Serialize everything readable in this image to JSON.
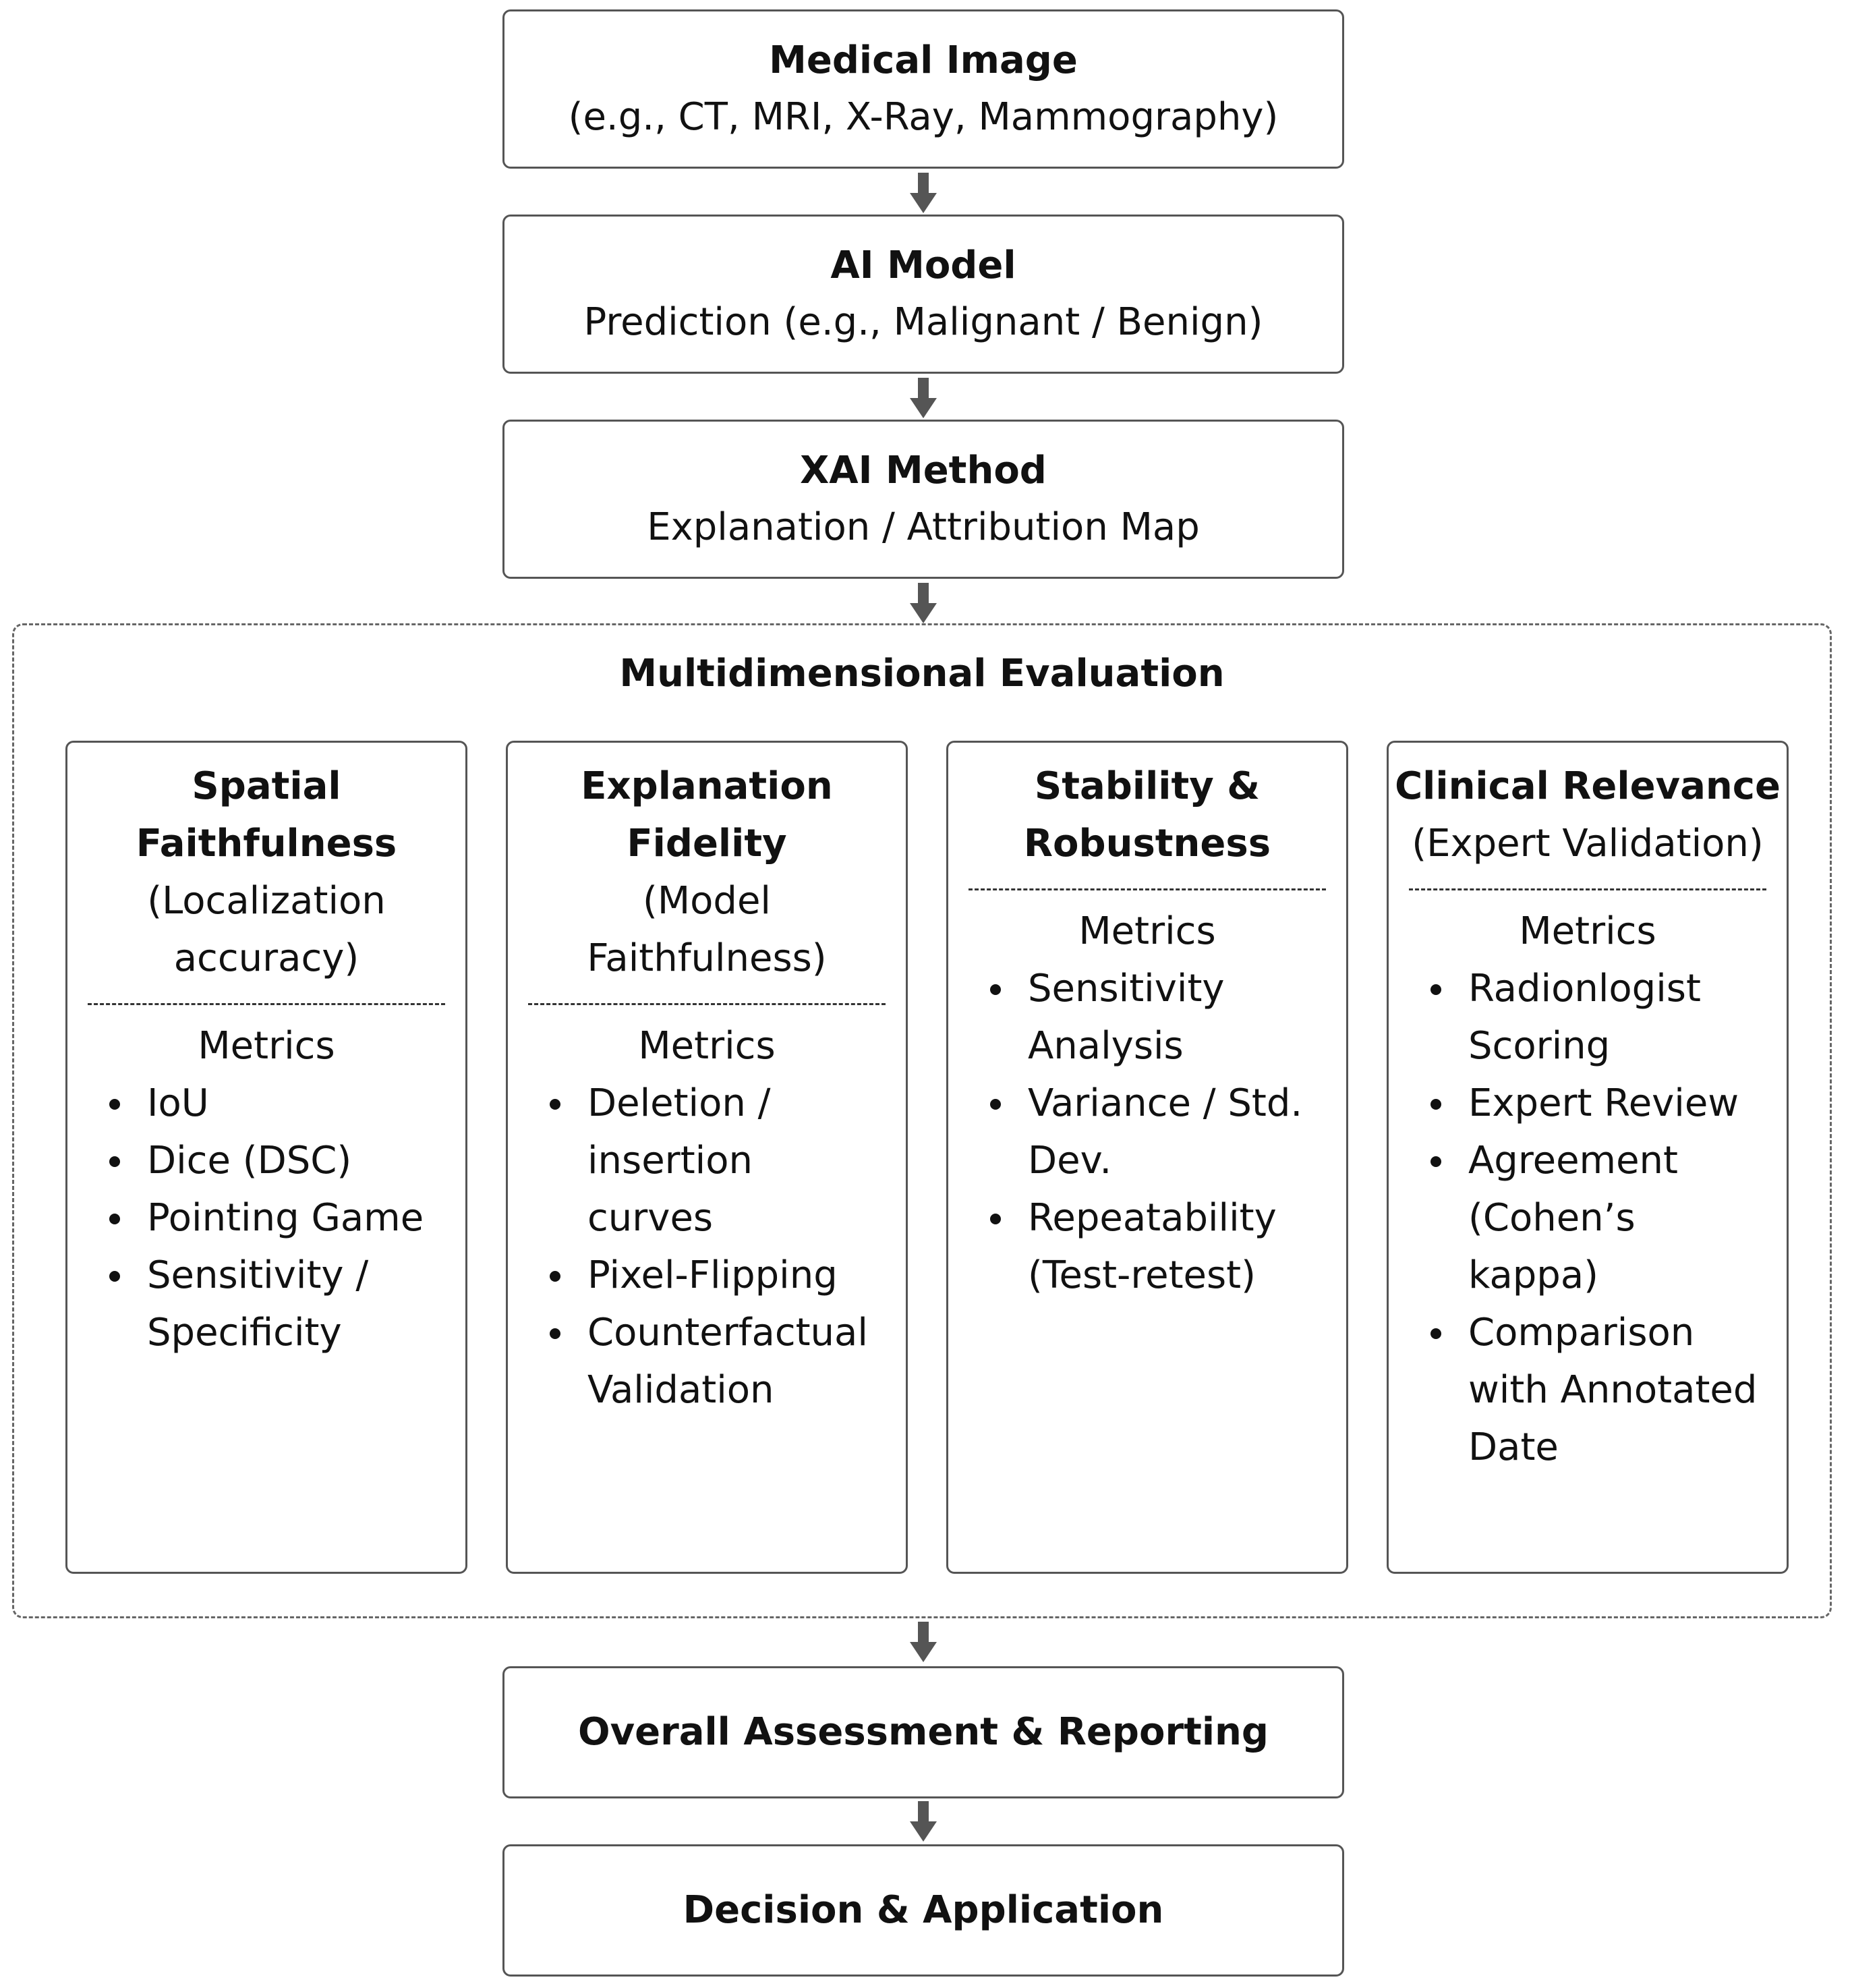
{
  "boxes": {
    "medical_image": {
      "title": "Medical Image",
      "subtitle": "(e.g., CT, MRI, X-Ray, Mammography)"
    },
    "ai_model": {
      "title": "AI Model",
      "subtitle": "Prediction (e.g., Malignant / Benign)"
    },
    "xai_method": {
      "title": "XAI Method",
      "subtitle": "Explanation / Attribution Map"
    },
    "overall": {
      "title": "Overall Assessment & Reporting"
    },
    "decision": {
      "title": "Decision & Application"
    }
  },
  "evaluation": {
    "title": "Multidimensional Evaluation",
    "columns": [
      {
        "title": "Spatial Faithfulness",
        "subtitle": "(Localization accuracy)",
        "metrics_label": "Metrics",
        "items": [
          "IoU",
          "Dice (DSC)",
          "Pointing Game",
          "Sensitivity / Specificity"
        ]
      },
      {
        "title": "Explanation Fidelity",
        "subtitle": "(Model Faithfulness)",
        "metrics_label": "Metrics",
        "items": [
          "Deletion / insertion curves",
          "Pixel-Flipping",
          "Counterfactual Validation"
        ]
      },
      {
        "title": "Stability & Robustness",
        "subtitle": "",
        "metrics_label": "Metrics",
        "items": [
          "Sensitivity Analysis",
          "Variance / Std. Dev.",
          "Repeatability (Test-retest)"
        ]
      },
      {
        "title": "Clinical Relevance",
        "subtitle": "(Expert Validation)",
        "metrics_label": "Metrics",
        "items": [
          "Radionlogist Scoring",
          "Expert Review",
          "Agreement (Cohen’s kappa)",
          "Comparison with Annotated Date"
        ]
      }
    ]
  }
}
